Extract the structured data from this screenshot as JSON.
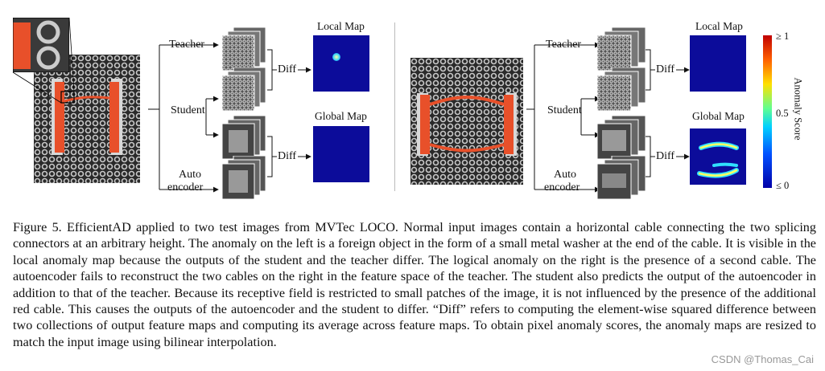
{
  "figure": {
    "left": {
      "teacher": "Teacher",
      "student": "Student",
      "auto_line1": "Auto",
      "auto_line2": "encoder",
      "diff_top": "Diff",
      "diff_bottom": "Diff",
      "local_map": "Local Map",
      "global_map": "Global Map"
    },
    "right": {
      "teacher": "Teacher",
      "student": "Student",
      "auto_line1": "Auto",
      "auto_line2": "encoder",
      "diff_top": "Diff",
      "diff_bottom": "Diff",
      "local_map": "Local Map",
      "global_map": "Global Map"
    },
    "colorbar": {
      "label": "Anomaly Score",
      "tick_high": "≥ 1",
      "tick_mid": "0.5",
      "tick_low": "≤ 0"
    }
  },
  "caption": {
    "text": "Figure 5. EfficientAD applied to two test images from MVTec LOCO. Normal input images contain a horizontal cable connecting the two splicing connectors at an arbitrary height. The anomaly on the left is a foreign object in the form of a small metal washer at the end of the cable. It is visible in the local anomaly map because the outputs of the student and the teacher differ. The logical anomaly on the right is the presence of a second cable. The autoencoder fails to reconstruct the two cables on the right in the feature space of the teacher. The student also predicts the output of the autoencoder in addition to that of the teacher. Because its receptive field is restricted to small patches of the image, it is not influenced by the presence of the additional red cable. This causes the outputs of the autoencoder and the student to differ. “Diff” refers to computing the element-wise squared difference between two collections of output feature maps and computing its average across feature maps. To obtain pixel anomaly scores, the anomaly maps are resized to match the input image using bilinear interpolation."
  },
  "watermark": "CSDN @Thomas_Cai",
  "colors": {
    "connector": "#e8502a",
    "heatmap_base": "#0c0c9a"
  }
}
